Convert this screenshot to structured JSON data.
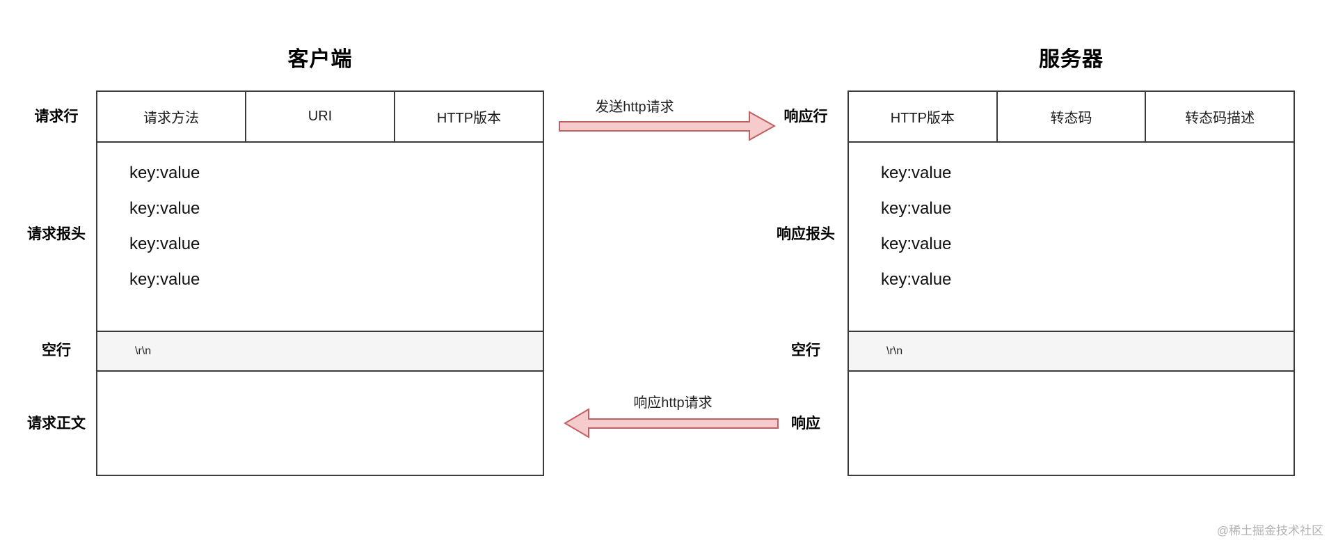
{
  "client": {
    "title": "客户端",
    "row_labels": {
      "line": "请求行",
      "headers": "请求报头",
      "blank": "空行",
      "body": "请求正文"
    },
    "start_line_cells": [
      "请求方法",
      "URI",
      "HTTP版本"
    ],
    "header_lines": [
      "key:value",
      "key:value",
      "key:value",
      "key:value"
    ],
    "blank_text": "\\r\\n"
  },
  "server": {
    "title": "服务器",
    "row_labels": {
      "line": "响应行",
      "headers": "响应报头",
      "blank": "空行",
      "body": "响应"
    },
    "start_line_cells": [
      "HTTP版本",
      "转态码",
      "转态码描述"
    ],
    "header_lines": [
      "key:value",
      "key:value",
      "key:value",
      "key:value"
    ],
    "blank_text": "\\r\\n"
  },
  "arrows": {
    "request_label": "发送http请求",
    "response_label": "响应http请求",
    "fill": "#f6cbcb",
    "stroke": "#bf6064"
  },
  "watermark": "@稀土掘金技术社区",
  "colors": {
    "table_border": "#3b3b3b",
    "blank_row_bg": "#f5f5f5",
    "watermark_text": "#b3b3b3"
  }
}
